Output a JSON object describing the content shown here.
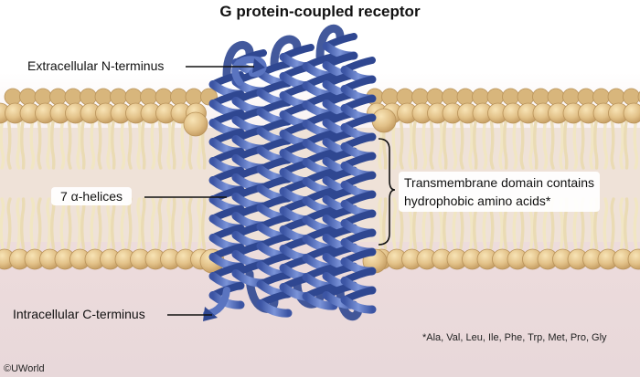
{
  "title": "G protein-coupled receptor",
  "labels": {
    "n_terminus": "Extracellular N-terminus",
    "helices": "7 α-helices",
    "transmembrane_line1": "Transmembrane domain contains",
    "transmembrane_line2": "hydrophobic amino acids*",
    "c_terminus": "Intracellular C-terminus"
  },
  "footnote": "*Ala, Val, Leu, Ile, Phe, Trp, Met, Pro, Gly",
  "credit": "©UWorld",
  "colors": {
    "helix": "#5a74c0",
    "helix_dark": "#2f4791",
    "lipid_head": "#e2c188",
    "lipid_head_edge": "#b9935a",
    "lipid_tail": "#f1e6c3",
    "membrane_interior": "#e9d9d2",
    "background_tint": "#eedcdd"
  }
}
